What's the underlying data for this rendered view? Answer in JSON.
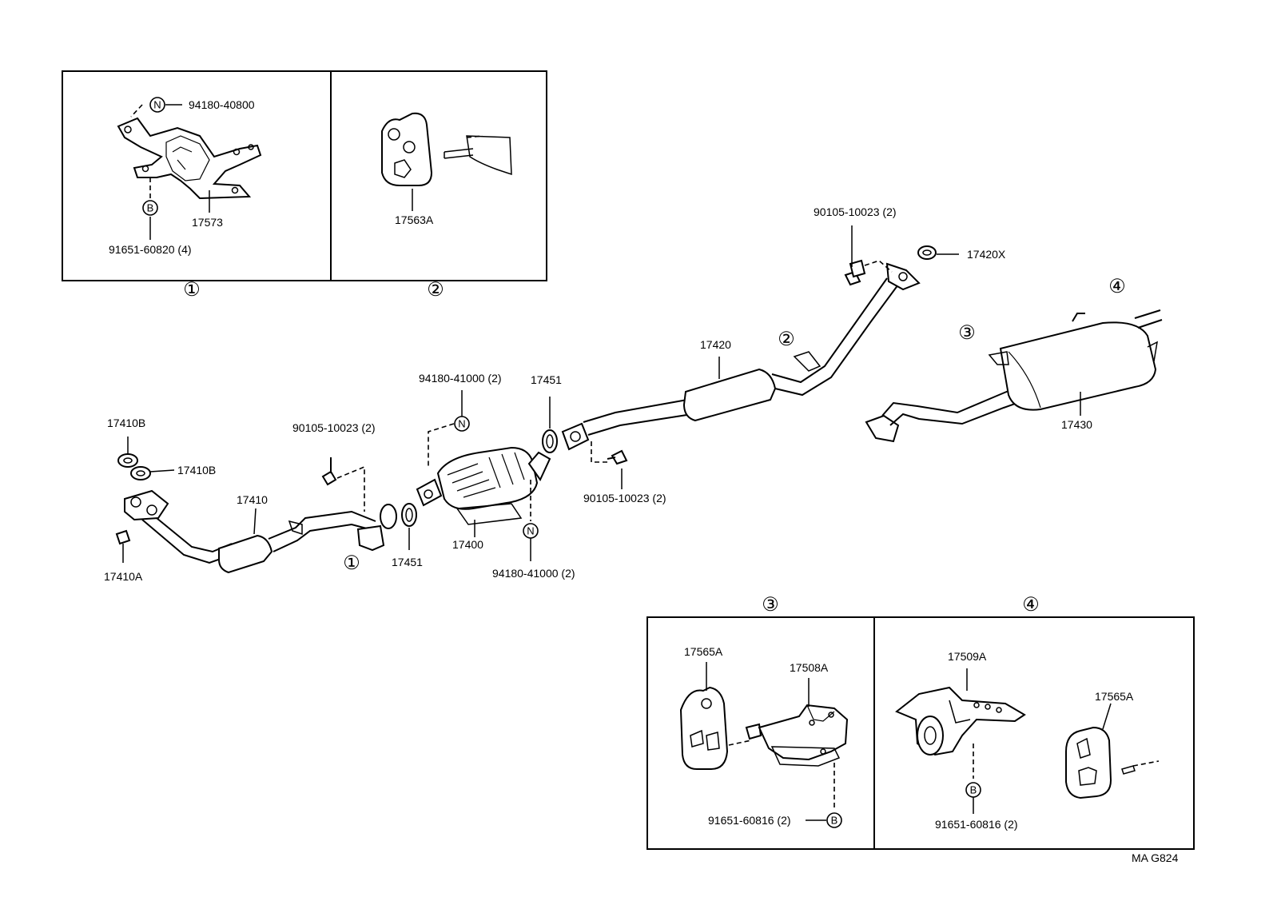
{
  "diagram_code": "MA G824",
  "inset_numbers": {
    "n1": "①",
    "n2": "②",
    "n3": "③",
    "n4": "④"
  },
  "markers": {
    "n": "N",
    "b": "B"
  },
  "labels": {
    "p94180_40800": "94180-40800",
    "p17573": "17573",
    "p91651_60820": "91651-60820 (4)",
    "p17563A": "17563A",
    "p90105_top": "90105-10023 (2)",
    "p17420X": "17420X",
    "p17420": "17420",
    "p17430": "17430",
    "p94180_41000_top": "94180-41000 (2)",
    "p17451_top": "17451",
    "p17410B_1": "17410B",
    "p17410B_2": "17410B",
    "p90105_mid": "90105-10023 (2)",
    "p17410": "17410",
    "p17410A": "17410A",
    "p17451_bot": "17451",
    "p17400": "17400",
    "p94180_41000_bot": "94180-41000 (2)",
    "p90105_right": "90105-10023 (2)",
    "p17565A_3": "17565A",
    "p17508A": "17508A",
    "p91651_60816_3": "91651-60816 (2)",
    "p17509A": "17509A",
    "p17565A_4": "17565A",
    "p91651_60816_4": "91651-60816 (2)"
  }
}
